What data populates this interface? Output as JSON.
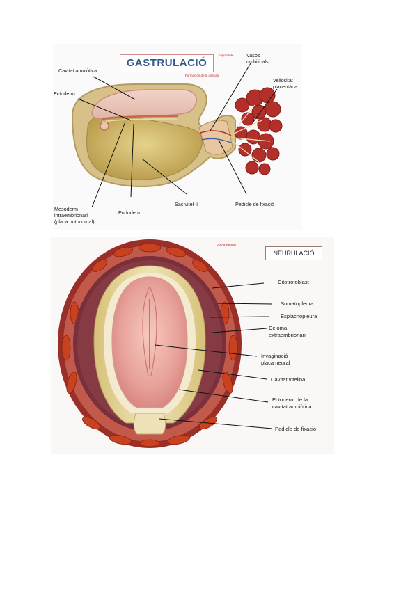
{
  "gastrulation": {
    "title": "GASTRULACIÓ",
    "note_importante": "Importante",
    "note_formacion": "Formación de la gastula",
    "labels": {
      "cavitat_amniotica": "Cavitat amniòtica",
      "ectoderm": "Ectoderm",
      "vasos_umbilicals": "Vasos\numbilicals",
      "vellositat_placentaria": "Vellositat\nplacentària",
      "mesoderm": "Mesoderm\nintraembrionari\n(placa notocordal)",
      "endoderm": "Endoderm",
      "sac_vitel_li": "Sac vitel·lí",
      "pedicle_fixacio": "Pedicle de fixació"
    }
  },
  "neurulation": {
    "title": "NEURULACIÓ",
    "note_placa_neural": "Placa neural",
    "labels": {
      "citotrofoblast": "Citotrofoblast",
      "somatopleura": "Somatopleura",
      "esplacnopleura": "Esplacnopleura",
      "celoma": "Celoma\nextraembrionari",
      "invaginacio": "Invaginació\nplaca neural",
      "cavitat_vitelina": "Cavitat vitelina",
      "ectoderm_amniotica": "Ectoderm de la\ncavitat amniòtica",
      "pedicle_fixacio": "Pedicle de fixació"
    }
  },
  "colors": {
    "tissue_red": "#b3302a",
    "tissue_maroon": "#7a2f3a",
    "yolk": "#d9c27a",
    "amnion_pink": "#e8b4b0",
    "title_blue": "#2f5a8a"
  }
}
